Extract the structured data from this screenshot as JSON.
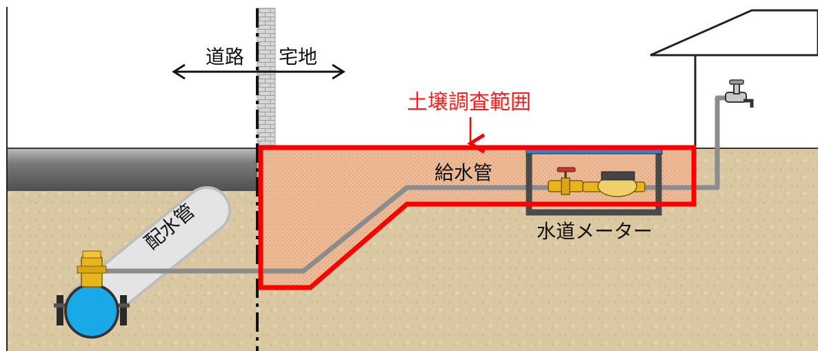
{
  "labels": {
    "road": "道路",
    "residential": "宅地",
    "survey_range": "土壌調査範囲",
    "service_pipe": "給水管",
    "distribution_main": "配水管",
    "water_meter": "水道メーター"
  },
  "colors": {
    "soil": "#d9c8a2",
    "survey_outline": "#ff0000",
    "survey_fill": "#f3b08a",
    "pipe": "#8c8c8c",
    "main_pipe": "#dcdcdc",
    "water_main": "#19a9e8",
    "brass": "#e8b51c",
    "meter_box": "#4a4a4a",
    "meter_lid": "#3d7fc0",
    "asphalt": "#6e6e6e",
    "boundary_wall": "#cfcfcf"
  },
  "icons": {
    "faucet": "faucet-icon",
    "valve": "valve-icon",
    "meter": "water-meter-icon",
    "house": "house-icon"
  }
}
